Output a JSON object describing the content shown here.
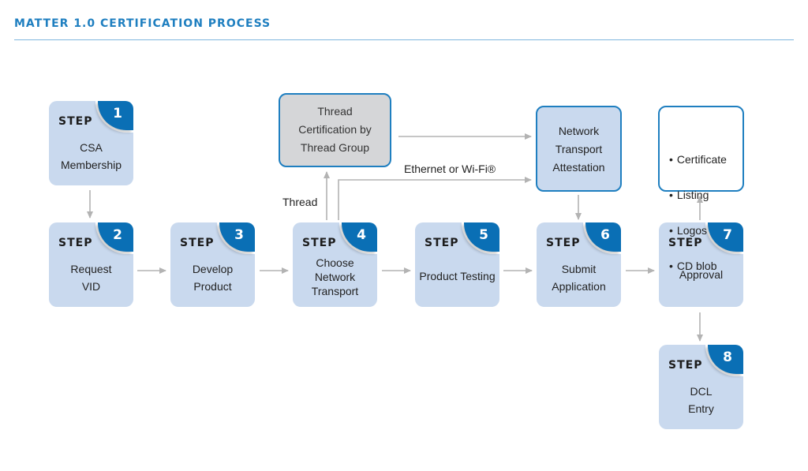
{
  "title": "MATTER 1.0 CERTIFICATION PROCESS",
  "step_word": "STEP",
  "steps": [
    {
      "num": "1",
      "label": "CSA\nMembership"
    },
    {
      "num": "2",
      "label": "Request\nVID"
    },
    {
      "num": "3",
      "label": "Develop\nProduct"
    },
    {
      "num": "4",
      "label": "Choose\nNetwork\nTransport"
    },
    {
      "num": "5",
      "label": "Product Testing"
    },
    {
      "num": "6",
      "label": "Submit\nApplication"
    },
    {
      "num": "7",
      "label": "Approval"
    },
    {
      "num": "8",
      "label": "DCL\nEntry"
    }
  ],
  "thread_cert": "Thread\nCertification by\nThread Group",
  "network_attestation": "Network\nTransport\nAttestation",
  "approval_outputs": [
    "Certificate",
    "Listing",
    "Logos",
    "CD blob"
  ],
  "labels": {
    "thread": "Thread",
    "ethernet_wifi": "Ethernet or Wi-Fi®"
  },
  "colors": {
    "accent": "#1f7fc0",
    "badge": "#0a6fb5",
    "step_fill": "#c9d9ee",
    "thread_box_fill": "#d5d6d8",
    "arrow": "#b3b3b3"
  }
}
